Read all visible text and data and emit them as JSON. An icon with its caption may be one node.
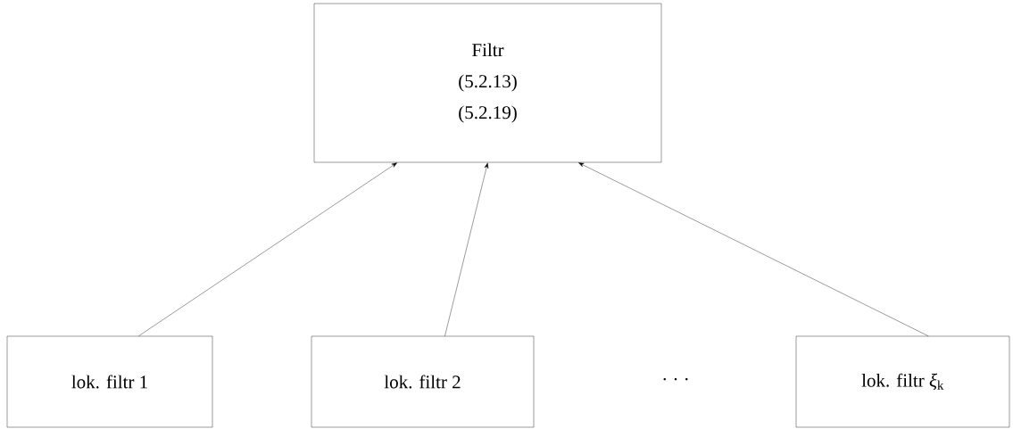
{
  "diagram": {
    "nodes": [
      {
        "text": [
          "Filtr",
          "(5.2.13)",
          "(5.2.19)"
        ]
      },
      {
        "text": [
          "lok. filtr 1"
        ]
      },
      {
        "text": [
          "lok. filtr 2"
        ]
      },
      {
        "text": [
          "lok. filtr *ξ*$_{k}$"
        ]
      }
    ],
    "edges": [
      {
        "from": 1,
        "to": 0,
        "arrow": "to"
      },
      {
        "from": 2,
        "to": 0,
        "arrow": "to"
      },
      {
        "from": 3,
        "to": 0,
        "arrow": "to"
      }
    ],
    "labels": [
      "· · ·"
    ]
  }
}
